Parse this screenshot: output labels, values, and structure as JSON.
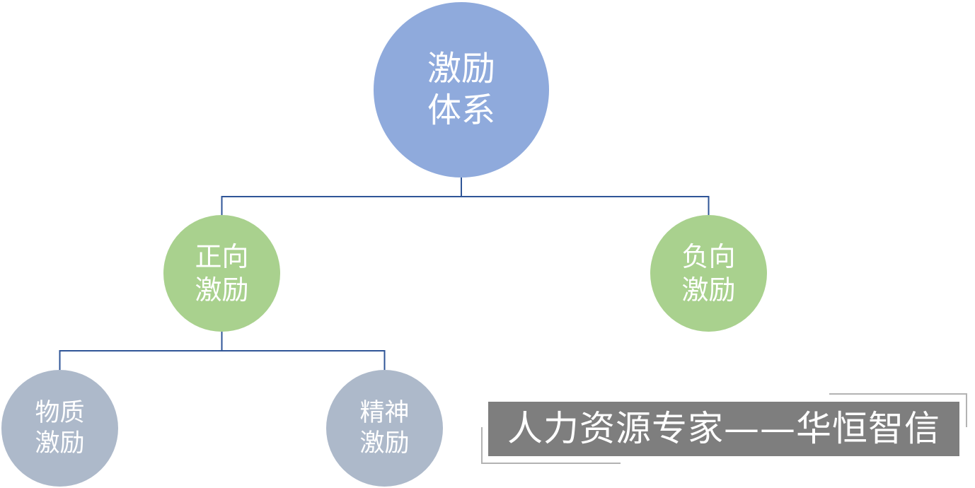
{
  "colors": {
    "root": "#8faadc",
    "level1": "#a9d18e",
    "level2": "#adb9ca",
    "connector": "#2f5597",
    "watermark_band": "#7e7e7e"
  },
  "nodes": {
    "root": {
      "lines": [
        "激励",
        "体系"
      ]
    },
    "positive": {
      "lines": [
        "正向",
        "激励"
      ]
    },
    "negative": {
      "lines": [
        "负向",
        "激励"
      ]
    },
    "material": {
      "lines": [
        "物质",
        "激励"
      ]
    },
    "spiritual": {
      "lines": [
        "精神",
        "激励"
      ]
    }
  },
  "edges": [
    {
      "from": "root",
      "to": "positive"
    },
    {
      "from": "root",
      "to": "negative"
    },
    {
      "from": "positive",
      "to": "material"
    },
    {
      "from": "positive",
      "to": "spiritual"
    }
  ],
  "watermark": {
    "text": "人力资源专家——华恒智信"
  }
}
